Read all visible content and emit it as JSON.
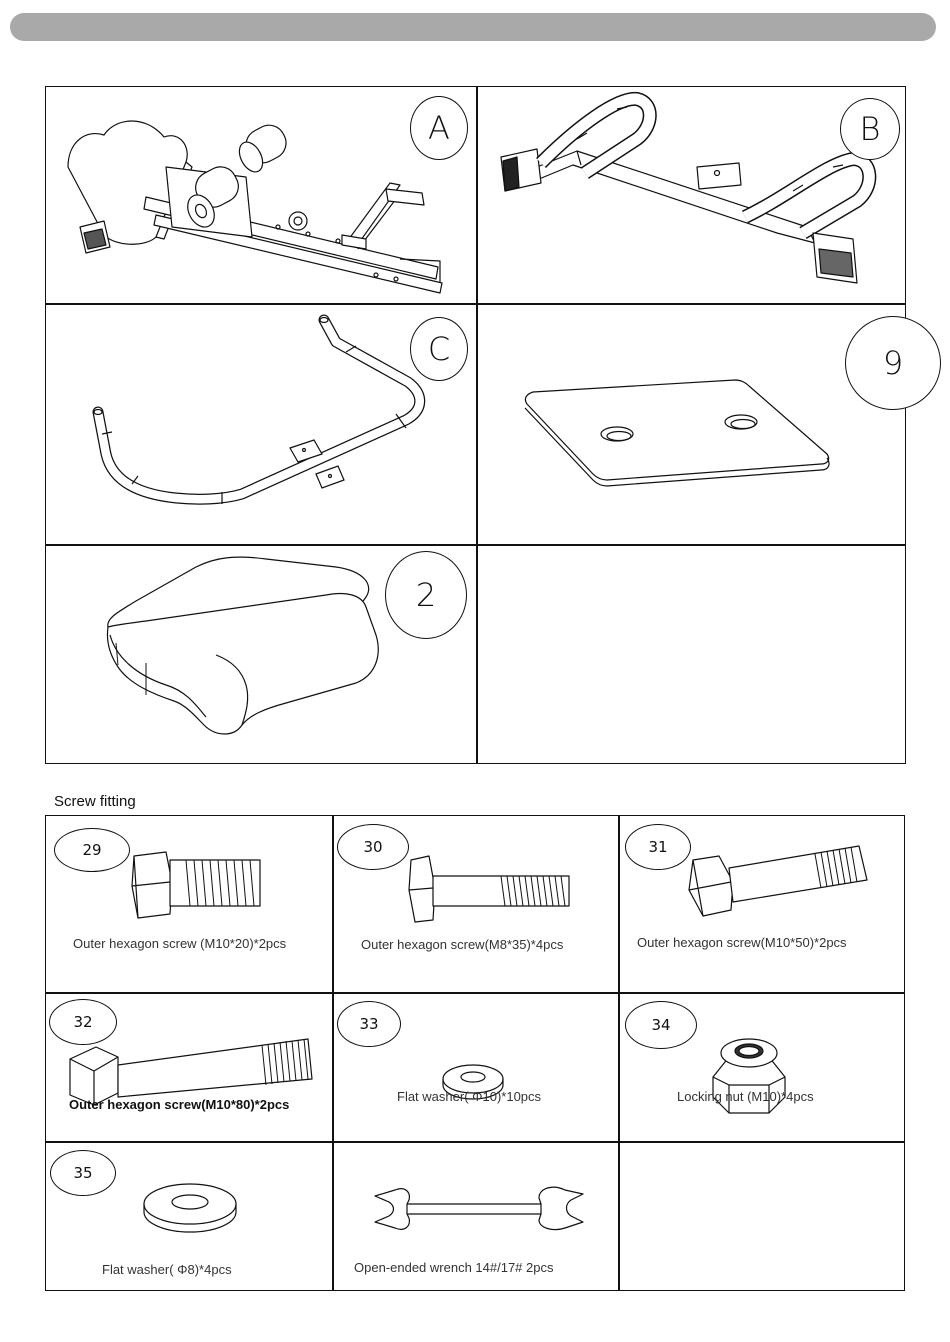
{
  "parts": [
    {
      "label": "A",
      "icon": "bench-frame-icon"
    },
    {
      "label": "B",
      "icon": "front-frame-icon"
    },
    {
      "label": "C",
      "icon": "handle-bar-icon"
    },
    {
      "label": "9",
      "icon": "plate-icon"
    },
    {
      "label": "2",
      "icon": "seat-pad-icon"
    }
  ],
  "section_title": "Screw fitting",
  "fittings": [
    {
      "number": "29",
      "caption": "Outer hexagon screw (M10*20)*2pcs",
      "icon": "short-bolt-icon"
    },
    {
      "number": "30",
      "caption": "Outer hexagon screw(M8*35)*4pcs",
      "icon": "bolt-icon"
    },
    {
      "number": "31",
      "caption": "Outer hexagon screw(M10*50)*2pcs",
      "icon": "bolt-icon"
    },
    {
      "number": "32",
      "caption": "Outer hexagon screw(M10*80)*2pcs",
      "icon": "long-bolt-icon"
    },
    {
      "number": "33",
      "caption": "Flat washer( Φ10)*10pcs",
      "icon": "washer-icon"
    },
    {
      "number": "34",
      "caption": "Locking nut (M10)*4pcs",
      "icon": "nut-icon"
    },
    {
      "number": "35",
      "caption": "Flat washer( Φ8)*4pcs",
      "icon": "washer-icon"
    },
    {
      "number": "",
      "caption": "Open-ended wrench    14#/17# 2pcs",
      "icon": "wrench-icon"
    }
  ]
}
